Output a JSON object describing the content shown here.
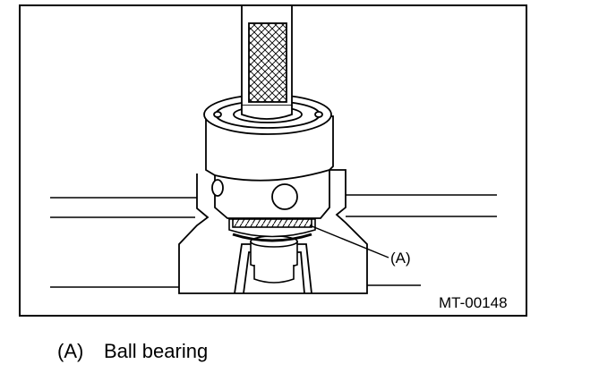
{
  "diagram": {
    "callout_label": "(A)",
    "figure_code": "MT-00148"
  },
  "legend": {
    "items": [
      {
        "key": "(A)",
        "label": "Ball bearing"
      }
    ]
  }
}
